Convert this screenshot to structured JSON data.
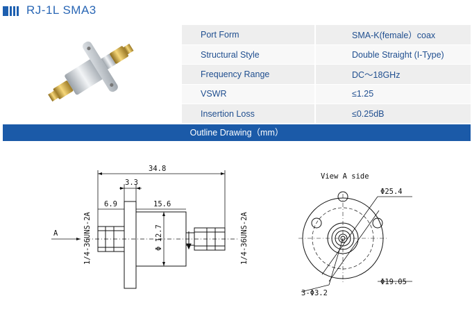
{
  "header": {
    "title": "RJ-1L SMA3",
    "accent": "#1d5fb0"
  },
  "specs": [
    {
      "label": "Port Form",
      "value": "SMA-K(female）coax"
    },
    {
      "label": "Structural Style",
      "value": "Double Straight (I-Type)"
    },
    {
      "label": "Frequency Range",
      "value": "DC～18GHz"
    },
    {
      "label": "VSWR",
      "value": "≤1.25"
    },
    {
      "label": "Insertion Loss",
      "value": "≤0.25dB"
    }
  ],
  "banner": {
    "label": "Outline  Drawing（mm）",
    "color": "#1b5aa8"
  },
  "drawing": {
    "side": {
      "overall_length": "34.8",
      "flange_offset": "3.3",
      "left_length": "6.9",
      "body_length": "15.6",
      "body_diameter": "Φ 12.7",
      "thread_left": "1/4-36UNS-2A",
      "thread_right": "1/4-36UNS-2A",
      "view_marker": "A"
    },
    "end_view": {
      "title": "View A side",
      "outer_diameter": "Φ25.4",
      "pcd_diameter": "Φ19.05",
      "holes": "3-Φ3.2"
    }
  }
}
